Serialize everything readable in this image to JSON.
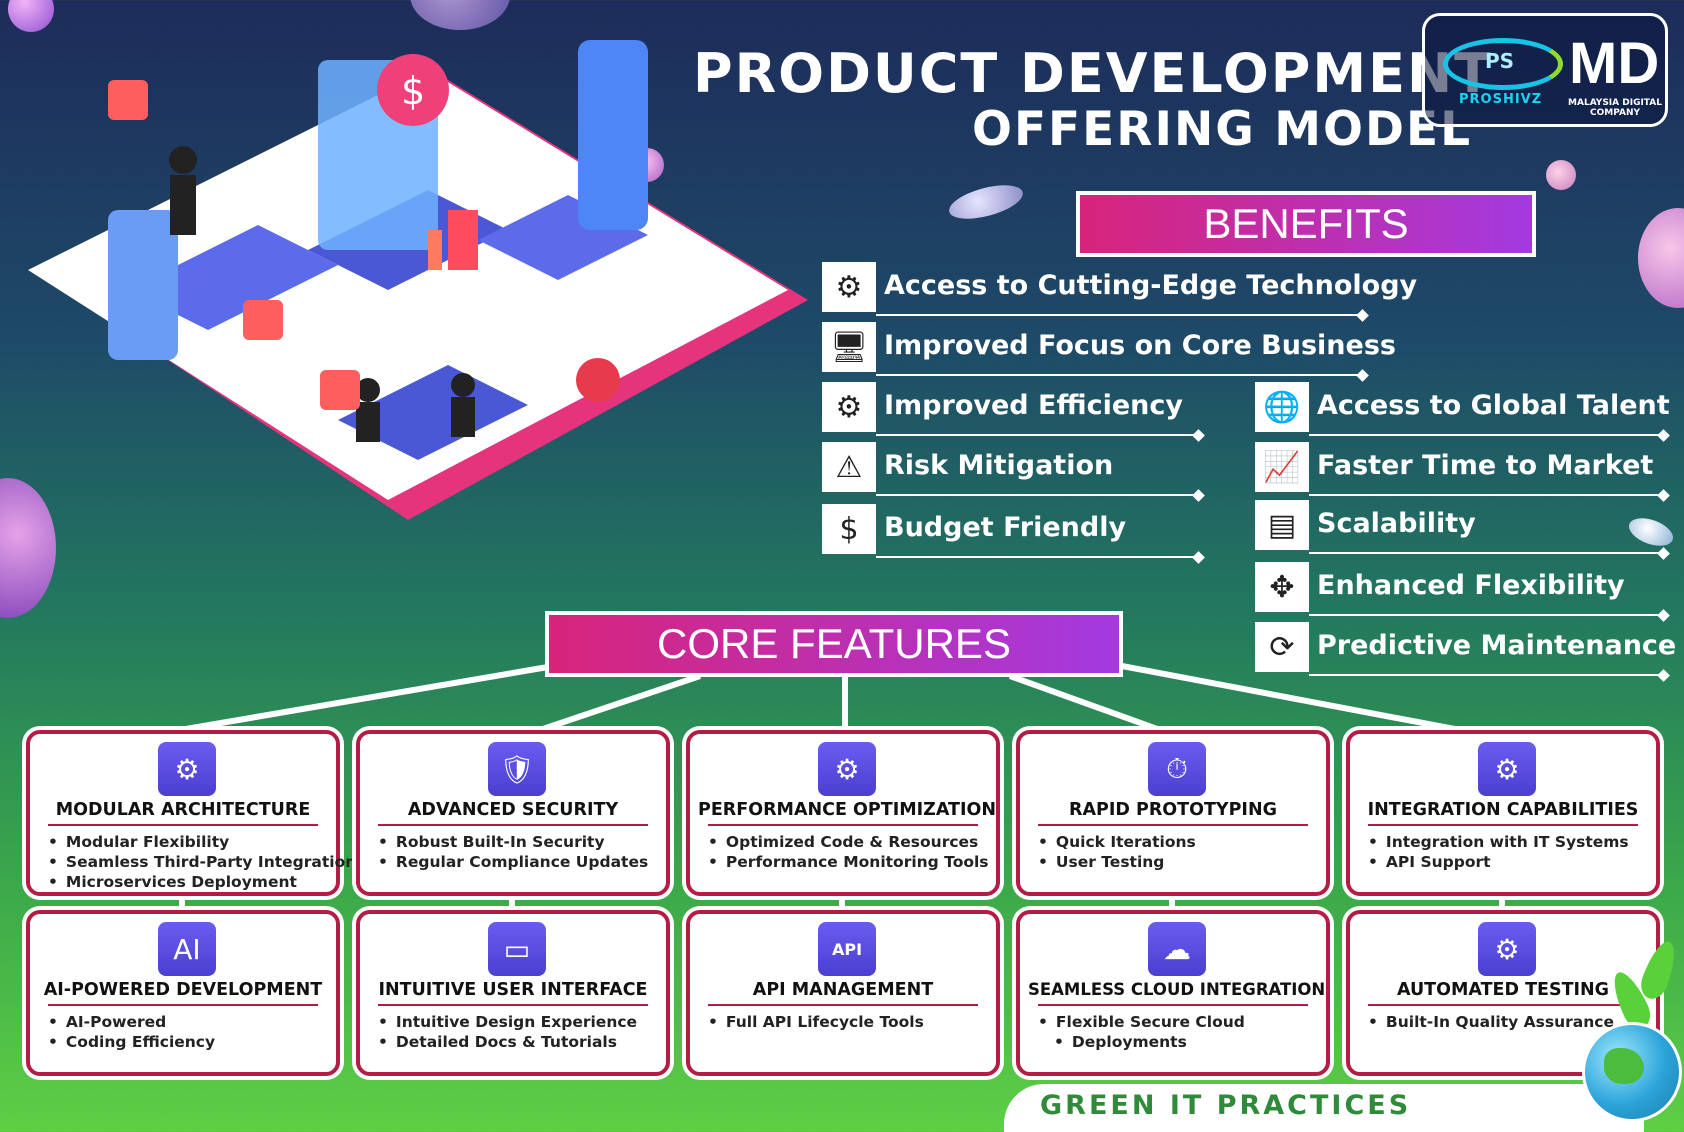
{
  "title": {
    "line1": "PRODUCT DEVELOPMENT",
    "line2": "OFFERING MODEL"
  },
  "logos": {
    "proshivz": {
      "letters": "PS",
      "name": "PROSHIVZ"
    },
    "md": {
      "mark": "MD",
      "name": "MALAYSIA DIGITAL COMPANY"
    }
  },
  "benefits": {
    "heading": "BENEFITS",
    "left": [
      {
        "label": "Access to Cutting-Edge Technology",
        "icon": "chip-icon"
      },
      {
        "label": "Improved Focus on Core Business",
        "icon": "monitor-icon"
      },
      {
        "label": "Improved Efficiency",
        "icon": "gears-chart-icon"
      },
      {
        "label": "Risk Mitigation",
        "icon": "warning-hand-icon"
      },
      {
        "label": "Budget Friendly",
        "icon": "money-hand-icon"
      }
    ],
    "right": [
      {
        "label": "Access to Global Talent",
        "icon": "globe-people-icon"
      },
      {
        "label": "Faster Time to Market",
        "icon": "growth-icon"
      },
      {
        "label": "Scalability",
        "icon": "scale-blocks-icon"
      },
      {
        "label": "Enhanced Flexibility",
        "icon": "briefcase-arrows-icon"
      },
      {
        "label": "Predictive Maintenance",
        "icon": "maintenance-cycle-icon"
      }
    ]
  },
  "core_features": {
    "heading": "CORE FEATURES",
    "cards": [
      {
        "title": "MODULAR ARCHITECTURE",
        "icon": "modules-icon",
        "items": [
          "Modular Flexibility",
          "Seamless Third-Party Integration",
          "Microservices Deployment"
        ]
      },
      {
        "title": "ADVANCED SECURITY",
        "icon": "shield-icon",
        "items": [
          "Robust Built-In Security",
          "Regular Compliance Updates"
        ]
      },
      {
        "title": "PERFORMANCE OPTIMIZATION",
        "icon": "gears-up-icon",
        "items": [
          "Optimized Code & Resources",
          "Performance Monitoring Tools"
        ]
      },
      {
        "title": "RAPID PROTOTYPING",
        "icon": "hand-clock-icon",
        "items": [
          "Quick Iterations",
          "User Testing"
        ]
      },
      {
        "title": "INTEGRATION CAPABILITIES",
        "icon": "gear-network-icon",
        "items": [
          "Integration with IT Systems",
          "API Support"
        ]
      },
      {
        "title": "AI-POWERED DEVELOPMENT",
        "icon": "ai-chip-icon",
        "items": [
          "AI-Powered",
          "Coding Efficiency"
        ]
      },
      {
        "title": "INTUITIVE USER INTERFACE",
        "icon": "ui-window-icon",
        "items": [
          "Intuitive Design Experience",
          "Detailed Docs & Tutorials"
        ]
      },
      {
        "title": "API MANAGEMENT",
        "icon": "api-gear-icon",
        "items": [
          "Full API Lifecycle Tools"
        ]
      },
      {
        "title": "SEAMLESS CLOUD INTEGRATION",
        "icon": "cloud-code-icon",
        "items": [
          "Flexible Secure Cloud",
          "Deployments"
        ]
      },
      {
        "title": "AUTOMATED TESTING",
        "icon": "test-gear-icon",
        "items": [
          "Built-In Quality Assurance"
        ]
      }
    ]
  },
  "footer": {
    "green_it": "GREEN IT PRACTICES"
  },
  "colors": {
    "banner_start": "#d8247a",
    "banner_end": "#a33ae0",
    "card_border": "#b31d44",
    "icon_bg": "#5b4de6"
  }
}
